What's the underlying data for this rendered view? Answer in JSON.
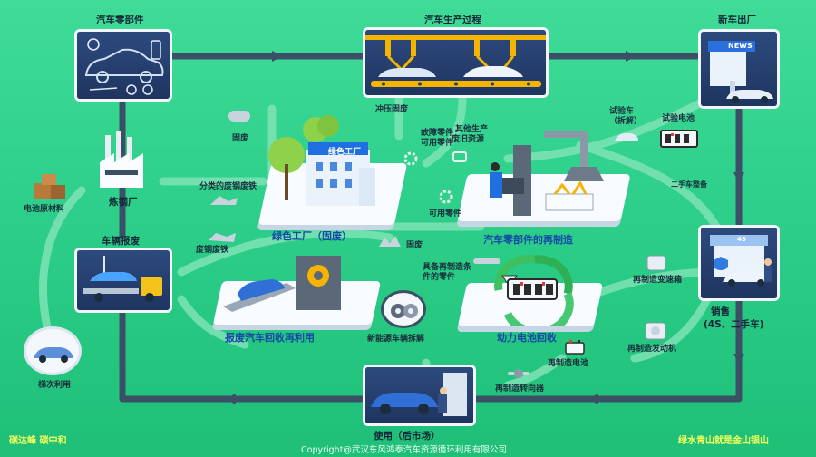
{
  "stations": {
    "auto_parts": "汽车零部件",
    "production": "汽车生产过程",
    "new_car": "新车出厂",
    "steel_mill": "炼钢厂",
    "battery_material": "电池原材料",
    "scrapping": "车辆报废",
    "cascade_use": "梯次利用",
    "sales_line1": "销售",
    "sales_line2": "(4S、二手车)",
    "usage": "使用（后市场）"
  },
  "hubs": {
    "green_factory": "绿色工厂（固废）",
    "parts_reman": "汽车零部件的再制造",
    "scrap_recycle": "报废汽车回收再利用",
    "battery_recycle": "动力电池回收",
    "green_factory_sign": "绿色工厂"
  },
  "flows": {
    "solid_waste": "固废",
    "stamping_waste": "冲压固废",
    "faulty_parts_1": "故障零件",
    "faulty_parts_2": "可用零件",
    "other_waste_1": "其他生产",
    "other_waste_2": "废旧资源",
    "test_car_1": "试验车",
    "test_car_2": "（拆解）",
    "test_battery": "试验电池",
    "used_car_prep": "二手车整备",
    "sorted_scrap": "分类的废钢废铁",
    "usable_parts": "可用零件",
    "scrap_steel": "废钢废铁",
    "solid_waste_2": "固废",
    "reman_parts_1": "具备再制造条",
    "reman_parts_2": "件的零件",
    "reman_gearbox": "再制造变速箱",
    "reman_engine": "再制造发动机",
    "reman_battery": "再制造电池",
    "reman_steering": "再制造转向器",
    "ev_dismantle": "新能源车辆拆解"
  },
  "slogans": {
    "left": "碳达峰  碳中和",
    "right": "绿水青山就是金山银山"
  },
  "copyright": "Copyright@武汉东风鸿泰汽车资源循环利用有限公司",
  "news_sign": "NEWS",
  "shop_sign": "4S",
  "colors": {
    "track": "#3b5066",
    "track_light": "#7ee3b5",
    "panel": "#243b66",
    "accent_blue": "#1648a8",
    "slogan": "#f2ff5a"
  }
}
